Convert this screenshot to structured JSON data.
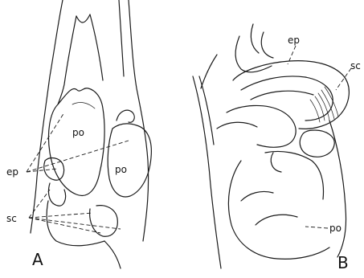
{
  "panel_a": {
    "panel_label": "A",
    "labels": {
      "po_upper": "po",
      "po_right": "po",
      "ep": "ep",
      "sc": "sc"
    }
  },
  "panel_b": {
    "panel_label": "B",
    "labels": {
      "ep": "ep",
      "sc": "sc",
      "po": "po"
    }
  }
}
